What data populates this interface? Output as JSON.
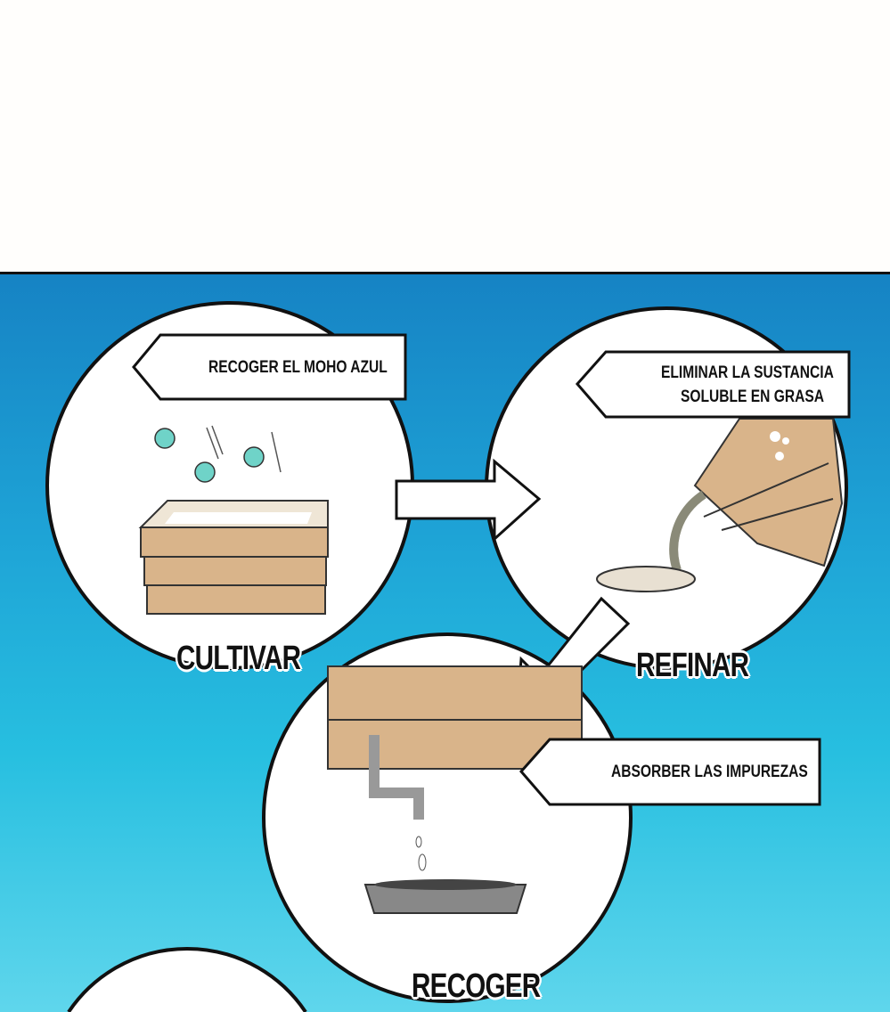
{
  "steps": [
    {
      "label": "CULTIVAR",
      "caption": "RECOGER EL MOHO AZUL"
    },
    {
      "label": "REFINAR",
      "caption_lines": [
        "ELIMINAR LA SUSTANCIA",
        "SOLUBLE EN GRASA"
      ]
    },
    {
      "label": "RECOGER",
      "caption": "ABSORBER LAS IMPUREZAS"
    }
  ],
  "colors": {
    "sky_top": "#1683c4",
    "sky_bottom": "#5fd6ec",
    "wood": "#d9b48a",
    "mold": "#6fd3c8"
  }
}
